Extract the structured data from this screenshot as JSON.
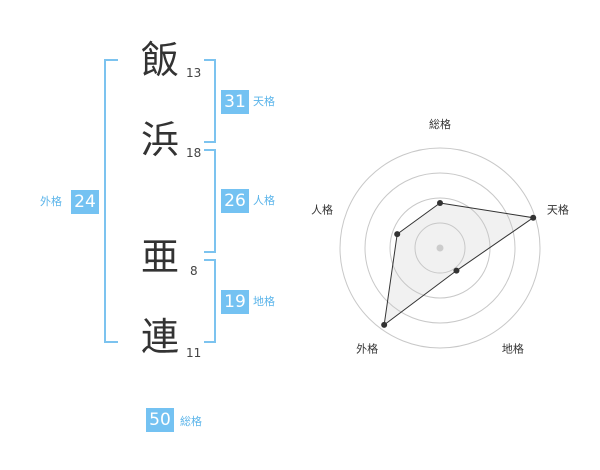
{
  "name": {
    "chars": [
      {
        "char": "飯",
        "strokes": "13"
      },
      {
        "char": "浜",
        "strokes": "18"
      },
      {
        "char": "亜",
        "strokes": "8"
      },
      {
        "char": "連",
        "strokes": "11"
      }
    ]
  },
  "scores": {
    "tenkaku": {
      "value": "31",
      "label": "天格"
    },
    "jinkaku": {
      "value": "26",
      "label": "人格"
    },
    "chikaku": {
      "value": "19",
      "label": "地格"
    },
    "gaikaku": {
      "value": "24",
      "label": "外格"
    },
    "soukaku": {
      "value": "50",
      "label": "総格"
    }
  },
  "colors": {
    "accent": "#74c2f2",
    "bracket": "#7cc3ef",
    "label": "#5ab4ea"
  },
  "chart_data": {
    "type": "radar",
    "axes": [
      "総格",
      "天格",
      "地格",
      "外格",
      "人格"
    ],
    "values": [
      0.45,
      0.98,
      0.28,
      0.95,
      0.45
    ],
    "rings": 4
  }
}
